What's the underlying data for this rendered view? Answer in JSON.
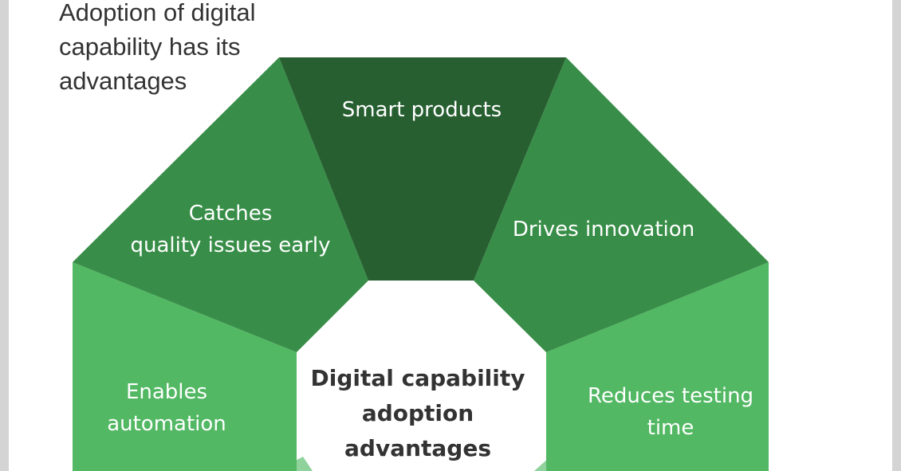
{
  "title": "Adoption of digital capability has its advantages",
  "center": {
    "lines": [
      "Digital capability",
      "adoption",
      "advantages"
    ]
  },
  "segments": [
    {
      "key": "top",
      "lines": [
        "Smart products"
      ],
      "color": "#275f31"
    },
    {
      "key": "upper_left",
      "lines": [
        "Catches",
        "quality issues early"
      ],
      "color": "#388e48"
    },
    {
      "key": "upper_right",
      "lines": [
        "Drives innovation"
      ],
      "color": "#388e48"
    },
    {
      "key": "lower_left",
      "lines": [
        "Enables",
        "automation"
      ],
      "color": "#52b863"
    },
    {
      "key": "lower_right",
      "lines": [
        "Reduces testing",
        "time"
      ],
      "color": "#52b863"
    },
    {
      "key": "bottom_left",
      "lines": [],
      "color": "#8fd29b"
    },
    {
      "key": "bottom_right",
      "lines": [],
      "color": "#8fd29b"
    }
  ]
}
